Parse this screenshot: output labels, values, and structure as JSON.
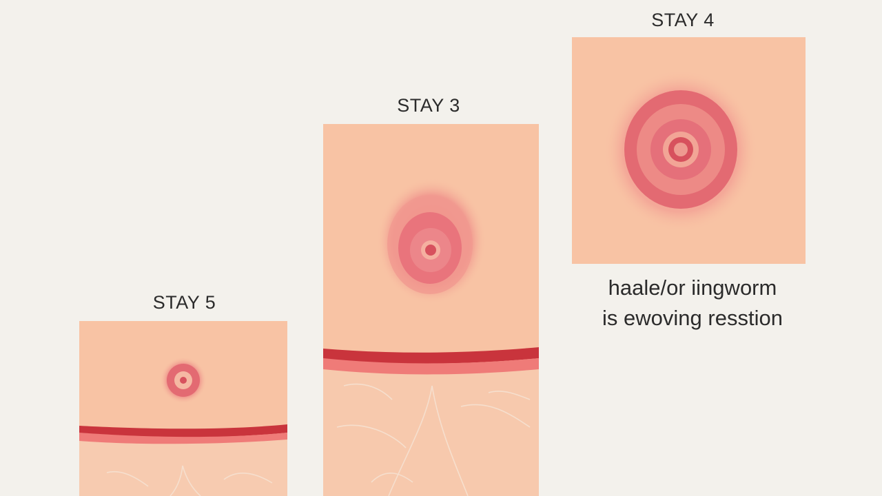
{
  "stages": [
    {
      "id": "stay5",
      "label": "STAY 5"
    },
    {
      "id": "stay3",
      "label": "STAY 3"
    },
    {
      "id": "stay4",
      "label": "STAY 4"
    }
  ],
  "caption": {
    "line1": "haale/or iingworm",
    "line2": "is ewoving resstion"
  },
  "colors": {
    "background": "#f3f1ec",
    "skin": "#f8c3a4",
    "skin_dermis": "#f7c9ad",
    "lesion_outer": "#f2a090",
    "lesion_ring": "#e0606a",
    "lesion_center": "#c83a4a",
    "epidermis_band": "#c9343c"
  }
}
